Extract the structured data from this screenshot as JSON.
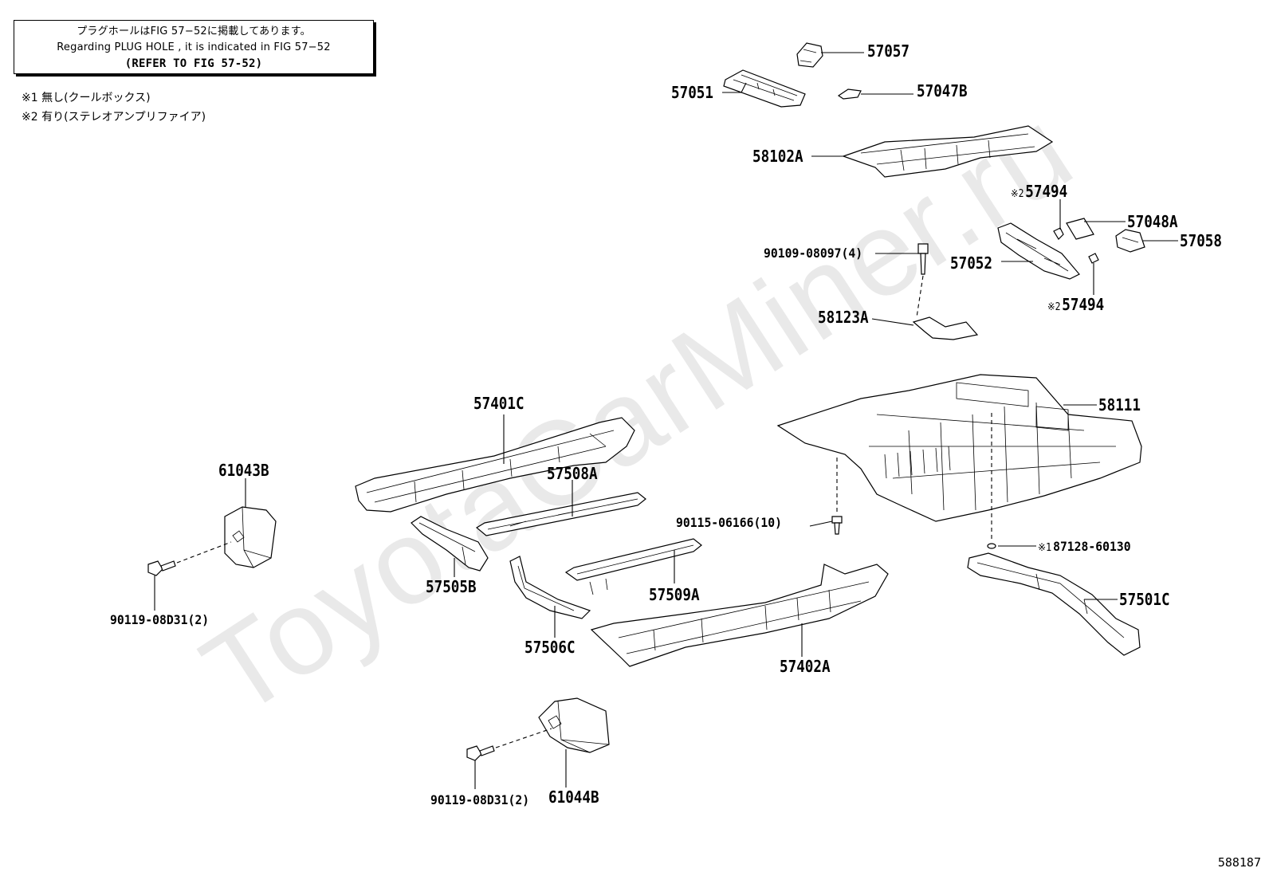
{
  "note": {
    "line1": "プラグホールはFIG 57−52に掲載してあります。",
    "line2": "Regarding PLUG HOLE , it is indicated in FIG 57−52",
    "line3": "(REFER TO FIG 57-52)"
  },
  "footnotes": [
    "※1 無し(クールボックス)",
    "※2 有り(ステレオアンプリファイア)"
  ],
  "watermark": "ToyotaCarMiner.ru",
  "figure_id": "588187",
  "asterisk2": "※2",
  "asterisk1": "※1",
  "labels": {
    "p57057": "57057",
    "p57051": "57051",
    "p57047b": "57047B",
    "p58102a": "58102A",
    "p57494_top": "57494",
    "p57048a": "57048A",
    "p57058": "57058",
    "p90109": "90109-08097(4)",
    "p57052": "57052",
    "p57494_bottom": "57494",
    "p58123a": "58123A",
    "p57401c": "57401C",
    "p58111": "58111",
    "p61043b": "61043B",
    "p57508a": "57508A",
    "p90115": "90115-06166(10)",
    "p87128": "87128-60130",
    "p57505b": "57505B",
    "p57509a": "57509A",
    "p57501c": "57501C",
    "p90119_a": "90119-08D31(2)",
    "p57506c": "57506C",
    "p57402a": "57402A",
    "p61044b": "61044B",
    "p90119_b": "90119-08D31(2)"
  }
}
